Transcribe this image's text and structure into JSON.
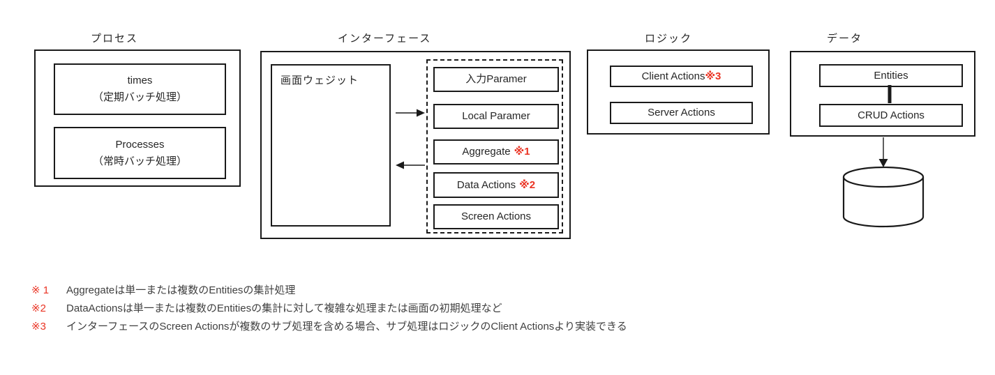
{
  "colors": {
    "marker_red": "#ea3323",
    "line_black": "#1a1a1a",
    "box_text": "#262626",
    "footnote_text": "#3f3f3f"
  },
  "icons": {
    "flow_right": "arrow-right-icon",
    "flow_left": "arrow-left-icon",
    "entity_crud_connector": "thick-connector-line",
    "data_store_arrow": "arrow-down-icon",
    "database": "database-cylinder-icon"
  },
  "groups": {
    "process": {
      "title": "プロセス",
      "boxes": [
        {
          "line1": "times",
          "line2": "（定期バッチ処理）"
        },
        {
          "line1": "Processes",
          "line2": "（常時バッチ処理）"
        }
      ]
    },
    "interface": {
      "title": "インターフェース",
      "widget_label": "画面ウェジット",
      "stack": [
        {
          "label": "入力Paramer",
          "note": ""
        },
        {
          "label": "Local Paramer",
          "note": ""
        },
        {
          "label": "Aggregate",
          "note": "※1"
        },
        {
          "label": "Data Actions",
          "note": "※2"
        },
        {
          "label": "Screen Actions",
          "note": ""
        }
      ]
    },
    "logic": {
      "title": "ロジック",
      "boxes": [
        {
          "label": "Client Actions",
          "note": "※3"
        },
        {
          "label": "Server Actions",
          "note": ""
        }
      ]
    },
    "data": {
      "title": "データ",
      "boxes": [
        {
          "label": "Entities"
        },
        {
          "label": "CRUD Actions"
        }
      ]
    }
  },
  "footnotes": [
    {
      "marker": "※ 1",
      "text": "Aggregateは単一または複数のEntitiesの集計処理"
    },
    {
      "marker": "※2",
      "text": "DataActionsは単一または複数のEntitiesの集計に対して複雑な処理または画面の初期処理など"
    },
    {
      "marker": "※3",
      "text": "インターフェースのScreen Actionsが複数のサブ処理を含める場合、サブ処理はロジックのClient Actionsより実装できる"
    }
  ]
}
